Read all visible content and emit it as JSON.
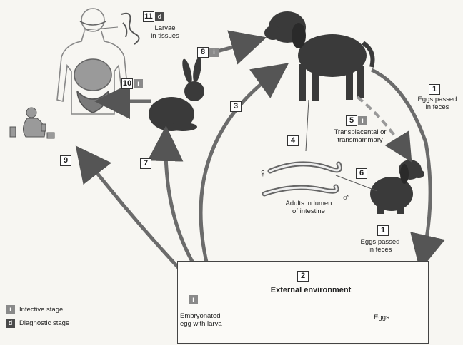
{
  "labels": {
    "larvae_in_tissues": "Larvae\nin tissues",
    "eggs_passed_top": "Eggs passed\nin feces",
    "eggs_passed_bottom": "Eggs passed\nin feces",
    "transplacental": "Transplacental or\ntransmammary",
    "adults": "Adults in lumen\nof intestine",
    "external_env": "External environment",
    "eggs": "Eggs",
    "embryonated": "Embryonated\negg with larva",
    "female_symbol": "♀",
    "male_symbol": "♂"
  },
  "steps": {
    "s1a": "1",
    "s1b": "1",
    "s2": "2",
    "s3": "3",
    "s4": "4",
    "s5": "5",
    "s6": "6",
    "s7": "7",
    "s8": "8",
    "s9": "9",
    "s10": "10",
    "s11": "11"
  },
  "stage_tags": {
    "infective": "i",
    "diagnostic": "d"
  },
  "legend": {
    "infective": "Infective stage",
    "diagnostic": "Diagnostic stage"
  },
  "colors": {
    "arrow": "#6b6b6b",
    "animal": "#3a3a3a",
    "human_outline": "#8a8a8a"
  }
}
